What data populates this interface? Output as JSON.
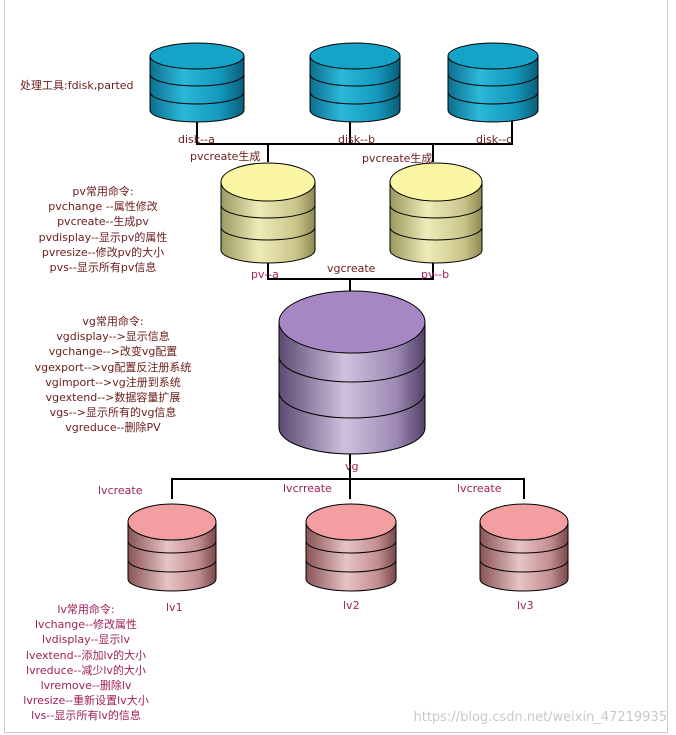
{
  "tool_note": "处理工具:fdisk,parted",
  "disks": [
    "disk--a",
    "disk--b",
    "disk--c"
  ],
  "pvcreate_labels": [
    "pvcreate生成",
    "pvcreate生成"
  ],
  "pvs": [
    "pv--a",
    "pv--b"
  ],
  "vgcreate_label": "vgcreate",
  "vg_label": "vg",
  "lvcreate_labels": [
    "lvcreate",
    "lvcrreate",
    "lvcreate"
  ],
  "lvs": [
    "lv1",
    "lv2",
    "lv3"
  ],
  "pv_commands": [
    "pv常用命令:",
    "pvchange --属性修改",
    "pvcreate--生成pv",
    "pvdisplay--显示pv的属性",
    "pvresize--修改pv的大小",
    "pvs--显示所有pv信息"
  ],
  "vg_commands": [
    "vg常用命令:",
    "vgdisplay-->显示信息",
    "vgchange-->改变vg配置",
    "vgexport-->vg配置反注册系统",
    "vgimport-->vg注册到系统",
    "vgextend-->数据容量扩展",
    "vgs-->显示所有的vg信息",
    "vgreduce--删除PV"
  ],
  "lv_commands": [
    "lv常用命令:",
    "lvchange--修改属性",
    "lvdisplay--显示lv",
    "lvextend--添加lv的大小",
    "lvreduce--减少lv的大小",
    "lvremove--删除lv",
    "lvresize--重新设置lv大小",
    "lvs--显示所有lv的信息"
  ],
  "watermark": "https://blog.csdn.net/weixin_47219935",
  "colors": {
    "disk_fill": "#1aa3c4",
    "pv_fill": "#d9d59a",
    "vg_fill": "#a98dc6",
    "lv_fill": "#e49a9d",
    "text_dark": "#6b1b1b",
    "text_magenta": "#a0205a"
  }
}
